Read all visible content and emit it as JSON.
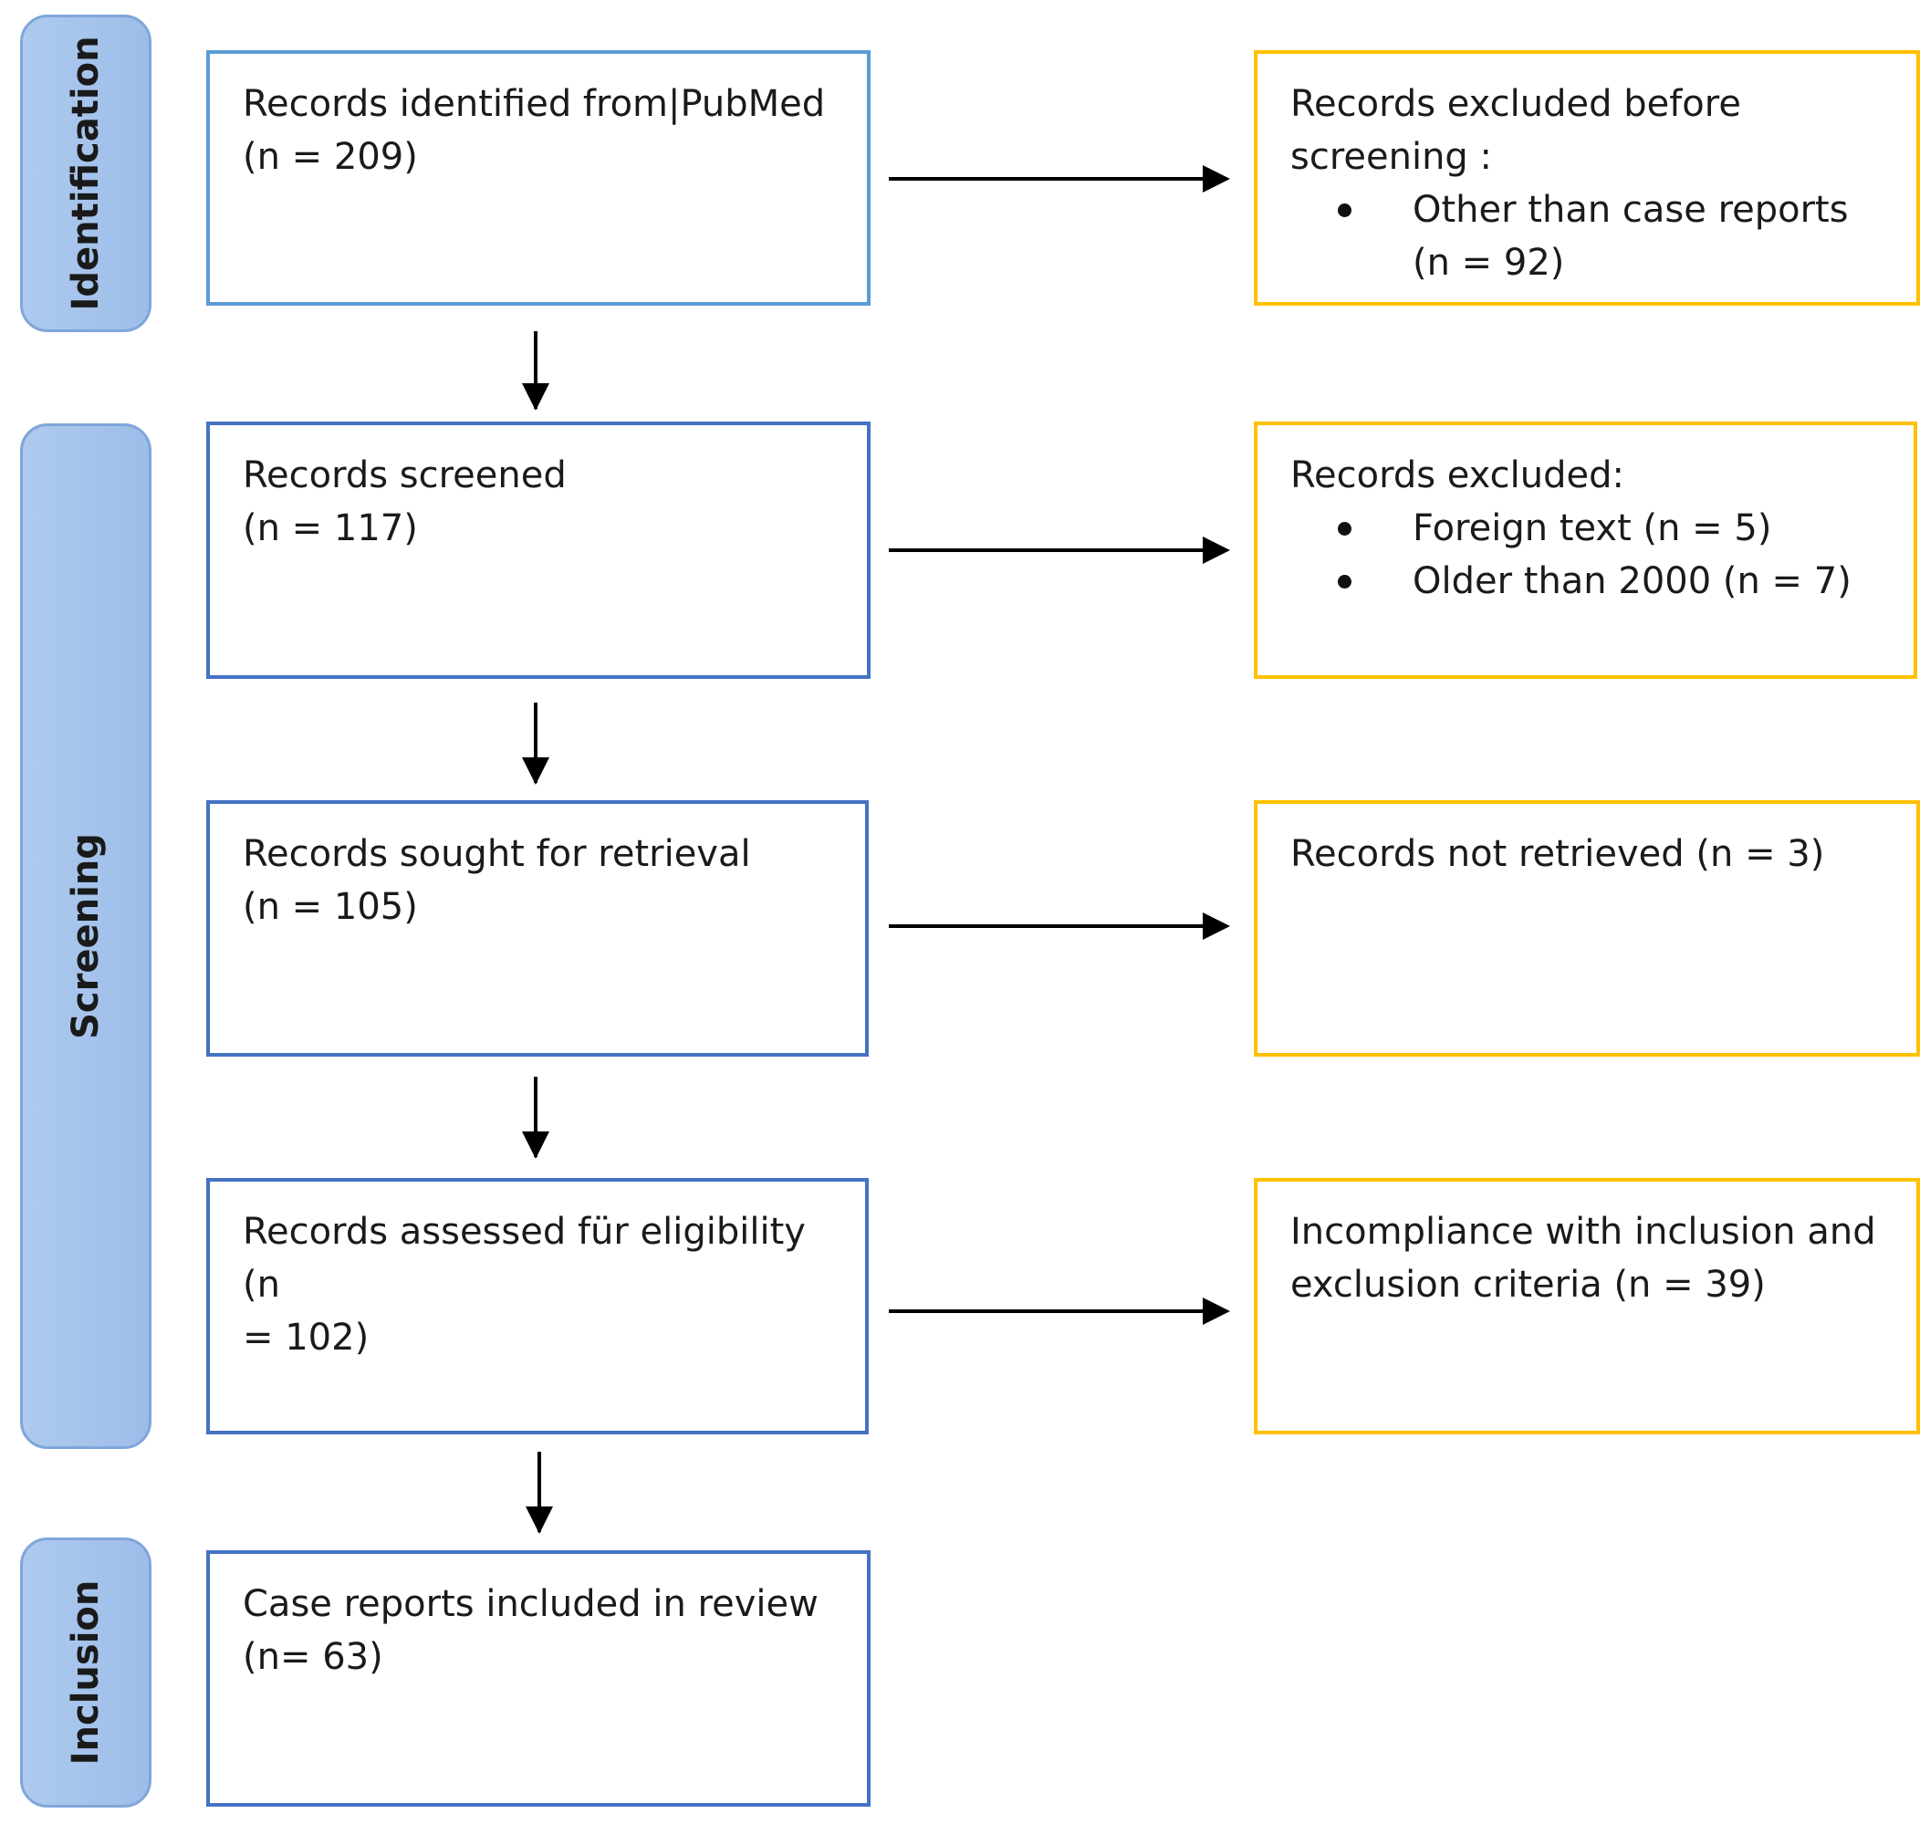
{
  "phases": {
    "identification": "Identification",
    "screening": "Screening",
    "inclusion": "Inclusion"
  },
  "main_boxes": {
    "identified": {
      "line1": "Records identified from|PubMed",
      "line2": "(n = 209)"
    },
    "screened": {
      "line1": "Records screened",
      "line2": "(n = 117)"
    },
    "sought": {
      "line1": "Records sought for retrieval",
      "line2": "(n = 105)"
    },
    "assessed": {
      "line1": "Records assessed für eligibility (n",
      "line2": "= 102)"
    },
    "included": {
      "line1": "Case reports included in review",
      "line2": "(n= 63)"
    }
  },
  "side_boxes": {
    "excluded_before": {
      "line1": "Records excluded before",
      "line2": "screening :",
      "bullets": [
        "Other than case reports",
        "(n = 92)"
      ]
    },
    "excluded": {
      "line1": "Records excluded:",
      "bullets": [
        "Foreign text (n = 5)",
        "Older than 2000 (n = 7)"
      ]
    },
    "not_retrieved": {
      "line1": "Records not retrieved (n = 3)"
    },
    "incompliance": {
      "line1": "Incompliance with inclusion and",
      "line2": "exclusion criteria (n = 39)"
    }
  },
  "colors": {
    "main_border": "#4472c4",
    "side_border": "#ffc000",
    "phase_fill": "#a6c4ec"
  }
}
